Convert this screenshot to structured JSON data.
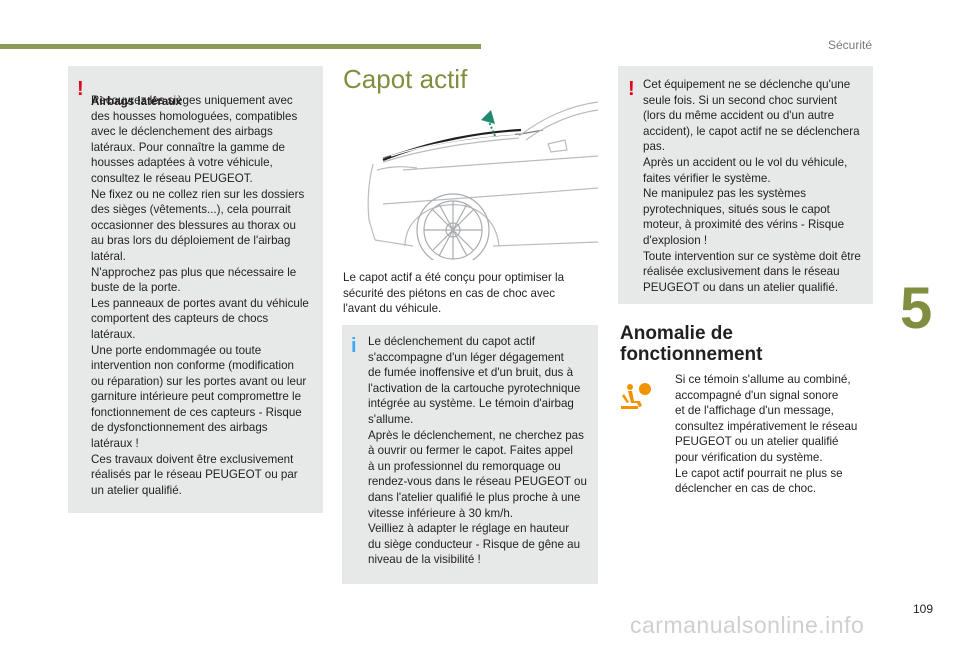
{
  "header": {
    "section": "Sécurité"
  },
  "chapter_tab": "5",
  "page_number": "109",
  "left_box": {
    "heading": "Airbags latéraux",
    "body": "Recouvrez les sièges uniquement avec\ndes housses homologuées, compatibles\navec le déclenchement des airbags\nlatéraux. Pour connaître la gamme de\nhousses adaptées à votre véhicule,\nconsultez le réseau PEUGEOT.\nNe fixez ou ne collez rien sur les dossiers\ndes sièges (vêtements...), cela pourrait\noccasionner des blessures au thorax ou\nau bras lors du déploiement de l'airbag\nlatéral.\nN'approchez pas plus que nécessaire le\nbuste de la porte.\nLes panneaux de portes avant du véhicule\ncomportent des capteurs de chocs\nlatéraux.\nUne porte endommagée ou toute\nintervention non conforme (modification\nou réparation) sur les portes avant ou leur\ngarniture intérieure peut compromettre le\nfonctionnement de ces capteurs - Risque\nde dysfonctionnement des airbags\nlatéraux !\nCes travaux doivent être exclusivement\nréalisés par le réseau PEUGEOT ou par\nun atelier qualifié."
  },
  "capot": {
    "title": "Capot actif",
    "intro": "Le capot actif a été conçu pour optimiser la\nsécurité des piétons en cas de choc avec\nl'avant du véhicule.",
    "info_box": "Le déclenchement du capot actif\ns'accompagne d'un léger dégagement\nde fumée inoffensive et d'un bruit, dus à\nl'activation de la cartouche pyrotechnique\nintégrée au système. Le témoin d'airbag\ns'allume.\nAprès le déclenchement, ne cherchez pas\nà ouvrir ou fermer le capot. Faites appel\nà un professionnel du remorquage ou\nrendez-vous dans le réseau PEUGEOT ou\ndans l'atelier qualifié le plus proche à une\nvitesse inférieure à 30 km/h.\nVeilliez à adapter le réglage en hauteur\ndu siège conducteur - Risque de gêne au\nniveau de la visibilité !"
  },
  "right_box": {
    "body": "Cet équipement ne se déclenche qu'une\nseule fois. Si un second choc survient\n(lors du même accident ou d'un autre\naccident), le capot actif ne se déclenchera\npas.\nAprès un accident ou le vol du véhicule,\nfaites vérifier le système.\nNe manipulez pas les systèmes\npyrotechniques, situés sous le capot\nmoteur, à proximité des vérins - Risque\nd'explosion !\nToute intervention sur ce système doit être\nréalisée exclusivement dans le réseau\nPEUGEOT ou dans un atelier qualifié."
  },
  "anomalie": {
    "title": "Anomalie de\nfonctionnement",
    "body": "Si ce témoin s'allume au combiné,\naccompagné d'un signal sonore\net de l'affichage d'un message,\nconsultez impérativement le réseau\nPEUGEOT ou un atelier qualifié\npour vérification du système.\nLe capot actif pourrait ne plus se\ndéclencher en cas de choc."
  },
  "watermark": "carmanualsonline.info",
  "colors": {
    "accent": "#7f8f3f",
    "warning": "#e2001a",
    "info": "#3fa9f5",
    "box_bg": "#e7e8e8",
    "warning_lamp": "#f39200"
  }
}
